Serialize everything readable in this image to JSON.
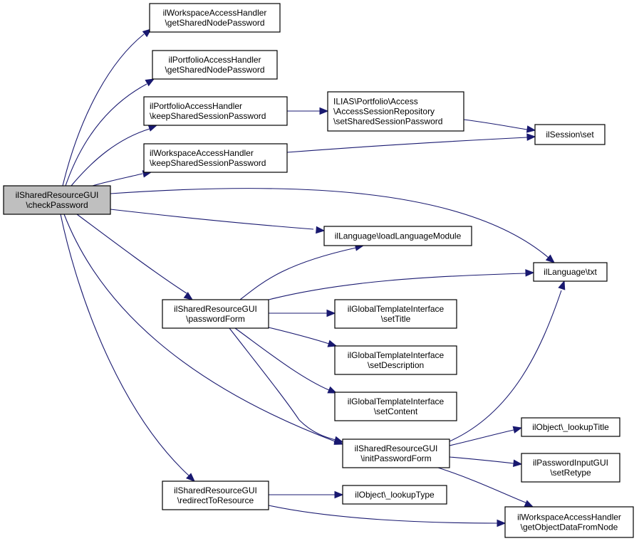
{
  "diagram": {
    "type": "call-graph",
    "root": "n_check",
    "colors": {
      "edge": "#191970",
      "root_fill": "#bfbfbf",
      "node_fill": "#ffffff",
      "border": "#000000"
    },
    "nodes": [
      {
        "id": "n_check",
        "lines": [
          "ilSharedResourceGUI",
          "\\checkPassword"
        ],
        "root": true
      },
      {
        "id": "n_ws_getpw",
        "lines": [
          "ilWorkspaceAccessHandler",
          "\\getSharedNodePassword"
        ]
      },
      {
        "id": "n_pf_getpw",
        "lines": [
          "ilPortfolioAccessHandler",
          "\\getSharedNodePassword"
        ]
      },
      {
        "id": "n_pf_keep",
        "lines": [
          "ilPortfolioAccessHandler",
          "\\keepSharedSessionPassword"
        ]
      },
      {
        "id": "n_ws_keep",
        "lines": [
          "ilWorkspaceAccessHandler",
          "\\keepSharedSessionPassword"
        ]
      },
      {
        "id": "n_repo",
        "lines": [
          "ILIAS\\Portfolio\\Access",
          "\\AccessSessionRepository",
          "\\setSharedSessionPassword"
        ]
      },
      {
        "id": "n_session",
        "lines": [
          "ilSession\\set"
        ]
      },
      {
        "id": "n_loadlang",
        "lines": [
          "ilLanguage\\loadLanguageModule"
        ]
      },
      {
        "id": "n_txt",
        "lines": [
          "ilLanguage\\txt"
        ]
      },
      {
        "id": "n_pwform",
        "lines": [
          "ilSharedResourceGUI",
          "\\passwordForm"
        ]
      },
      {
        "id": "n_settitle",
        "lines": [
          "ilGlobalTemplateInterface",
          "\\setTitle"
        ]
      },
      {
        "id": "n_setdesc",
        "lines": [
          "ilGlobalTemplateInterface",
          "\\setDescription"
        ]
      },
      {
        "id": "n_setcontent",
        "lines": [
          "ilGlobalTemplateInterface",
          "\\setContent"
        ]
      },
      {
        "id": "n_initpw",
        "lines": [
          "ilSharedResourceGUI",
          "\\initPasswordForm"
        ]
      },
      {
        "id": "n_lookuptitle",
        "lines": [
          "ilObject\\_lookupTitle"
        ]
      },
      {
        "id": "n_retype",
        "lines": [
          "ilPasswordInputGUI",
          "\\setRetype"
        ]
      },
      {
        "id": "n_redirect",
        "lines": [
          "ilSharedResourceGUI",
          "\\redirectToResource"
        ]
      },
      {
        "id": "n_lookuptype",
        "lines": [
          "ilObject\\_lookupType"
        ]
      },
      {
        "id": "n_getobj",
        "lines": [
          "ilWorkspaceAccessHandler",
          "\\getObjectDataFromNode"
        ]
      }
    ],
    "edges": [
      {
        "from": "n_check",
        "to": "n_ws_getpw"
      },
      {
        "from": "n_check",
        "to": "n_pf_getpw"
      },
      {
        "from": "n_check",
        "to": "n_pf_keep"
      },
      {
        "from": "n_check",
        "to": "n_ws_keep"
      },
      {
        "from": "n_check",
        "to": "n_txt"
      },
      {
        "from": "n_check",
        "to": "n_loadlang"
      },
      {
        "from": "n_check",
        "to": "n_pwform"
      },
      {
        "from": "n_check",
        "to": "n_initpw"
      },
      {
        "from": "n_check",
        "to": "n_redirect"
      },
      {
        "from": "n_pf_keep",
        "to": "n_repo"
      },
      {
        "from": "n_repo",
        "to": "n_session"
      },
      {
        "from": "n_ws_keep",
        "to": "n_session"
      },
      {
        "from": "n_pwform",
        "to": "n_loadlang"
      },
      {
        "from": "n_pwform",
        "to": "n_txt"
      },
      {
        "from": "n_pwform",
        "to": "n_settitle"
      },
      {
        "from": "n_pwform",
        "to": "n_setdesc"
      },
      {
        "from": "n_pwform",
        "to": "n_setcontent"
      },
      {
        "from": "n_pwform",
        "to": "n_initpw"
      },
      {
        "from": "n_initpw",
        "to": "n_txt"
      },
      {
        "from": "n_initpw",
        "to": "n_lookuptitle"
      },
      {
        "from": "n_initpw",
        "to": "n_retype"
      },
      {
        "from": "n_initpw",
        "to": "n_getobj"
      },
      {
        "from": "n_redirect",
        "to": "n_lookuptype"
      },
      {
        "from": "n_redirect",
        "to": "n_getobj"
      }
    ]
  }
}
